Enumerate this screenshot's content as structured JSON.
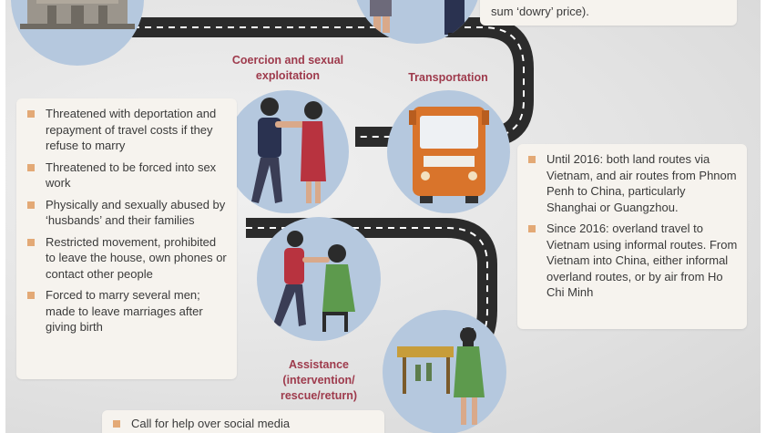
{
  "top_box": {
    "text": "sum ‘dowry’ price)."
  },
  "stages": {
    "coercion": "Coercion and sexual exploitation",
    "transportation": "Transportation",
    "assistance": "Assistance (intervention/ rescue/return)"
  },
  "coercion_items": [
    "Threatened with deportation and repayment of travel costs if they refuse to marry",
    "Threatened to be forced into sex work",
    "Physically and sexually abused by ‘husbands’ and their families",
    "Restricted movement, prohibited to leave the house, own phones or contact other people",
    "Forced to marry several men; made to leave marriages after giving birth"
  ],
  "transport_items": [
    "Until 2016: both land routes via Vietnam, and air routes from Phnom Penh to China, particularly Shanghai or Guangzhou.",
    "Since 2016: overland travel to Vietnam using informal routes. From Vietnam into China, either informal overland routes, or by air from Ho Chi Minh"
  ],
  "assistance_items": [
    "Call for help over social media"
  ],
  "colors": {
    "accent": "#9e3a4c",
    "bullet": "#e3a976",
    "road": "#2b2b2b",
    "circle": "#b5c8de",
    "box": "#f6f3ee"
  },
  "icons": [
    "house-icon",
    "couple-icon",
    "bus-icon",
    "coercion-couple-icon",
    "assistance-couple-icon",
    "village-woman-icon"
  ]
}
